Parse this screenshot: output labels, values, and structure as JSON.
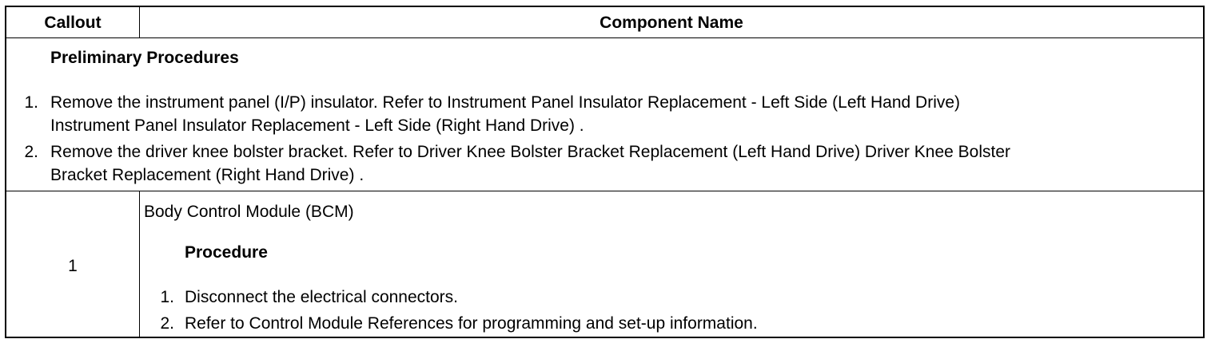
{
  "table": {
    "header": {
      "callout": "Callout",
      "component_name": "Component Name"
    },
    "preliminary": {
      "heading": "Preliminary Procedures",
      "steps": [
        {
          "number": "1.",
          "line1": "Remove the instrument panel (I/P) insulator. Refer to Instrument Panel Insulator Replacement - Left Side (Left Hand Drive)",
          "line2": "Instrument Panel Insulator Replacement - Left Side (Right Hand Drive) ."
        },
        {
          "number": "2.",
          "line1": "Remove the driver knee bolster bracket. Refer to Driver Knee Bolster Bracket Replacement (Left Hand Drive) Driver Knee Bolster",
          "line2": "Bracket Replacement (Right Hand Drive) ."
        }
      ]
    },
    "rows": [
      {
        "callout": "1",
        "component": "Body Control Module (BCM)",
        "procedure_heading": "Procedure",
        "steps": [
          {
            "number": "1.",
            "text": "Disconnect the electrical connectors."
          },
          {
            "number": "2.",
            "text": "Refer to Control Module References for programming and set-up information."
          }
        ]
      }
    ]
  }
}
